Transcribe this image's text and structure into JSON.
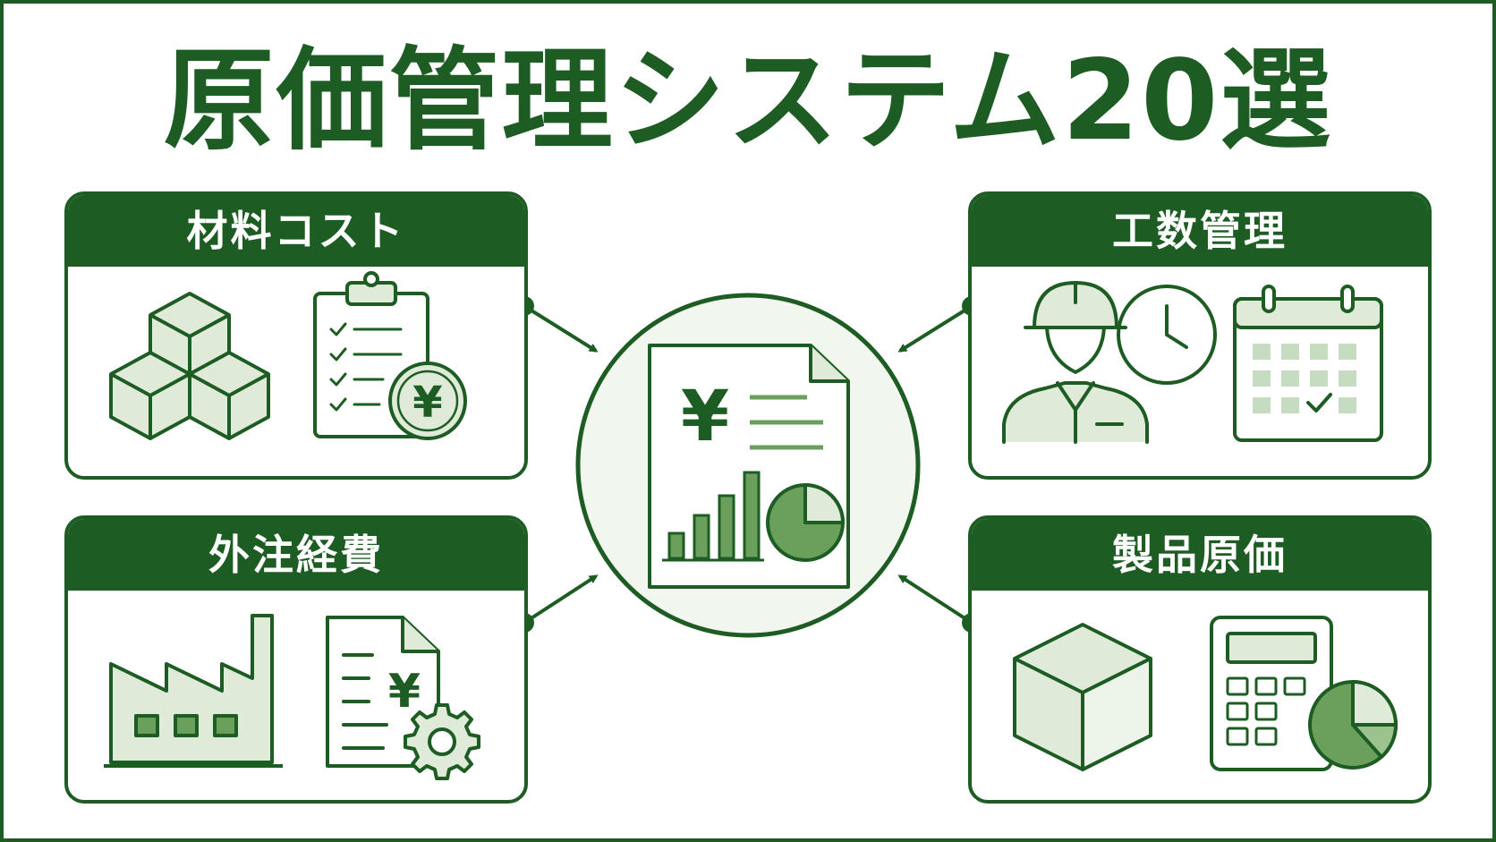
{
  "title": "原価管理システム20選",
  "cards": {
    "material": {
      "label": "材料コスト",
      "icons": [
        "cubes-icon",
        "checklist-yen-icon"
      ]
    },
    "labor": {
      "label": "工数管理",
      "icons": [
        "worker-clock-icon",
        "calendar-check-icon"
      ]
    },
    "outsourcing": {
      "label": "外注経費",
      "icons": [
        "factory-icon",
        "invoice-gear-icon"
      ]
    },
    "product": {
      "label": "製品原価",
      "icons": [
        "box-icon",
        "calculator-pie-icon"
      ]
    }
  },
  "center": {
    "icon": "cost-report-icon",
    "symbol": "¥"
  },
  "symbols": {
    "yen": "¥"
  },
  "colors": {
    "primary": "#1d5c23",
    "light_fill": "#dfead9",
    "mid_fill": "#6a9f5c",
    "bg_circle": "#f1f6ee"
  }
}
